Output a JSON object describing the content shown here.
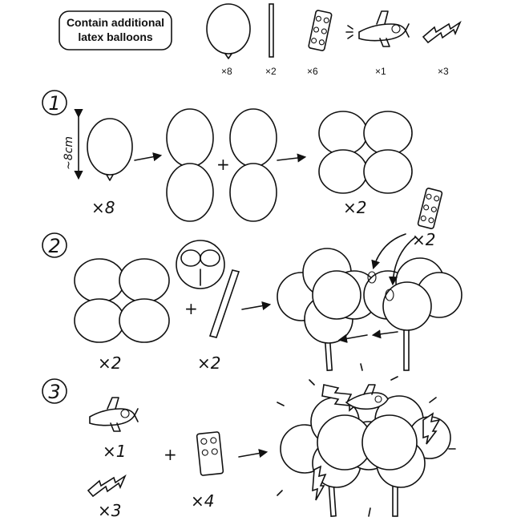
{
  "header": {
    "contents_label_line1": "Contain additional",
    "contents_label_line2": "latex balloons"
  },
  "components": [
    {
      "icon": "balloon-icon",
      "count": "×8"
    },
    {
      "icon": "stick-icon",
      "count": "×2"
    },
    {
      "icon": "connector-clip-icon",
      "count": "×6"
    },
    {
      "icon": "airplane-icon",
      "count": "×1"
    },
    {
      "icon": "lightning-bolt-icon",
      "count": "×3"
    }
  ],
  "steps": [
    {
      "number": "1",
      "size_label": "~8cm",
      "balloon_count": "×8",
      "result_count": "×2"
    },
    {
      "number": "2",
      "cluster_count": "×2",
      "stick_count": "×2",
      "clip_count": "×2"
    },
    {
      "number": "3",
      "airplane_count": "×1",
      "clip_count": "×4",
      "bolt_count": "×3"
    }
  ],
  "symbols": {
    "plus": "+"
  }
}
